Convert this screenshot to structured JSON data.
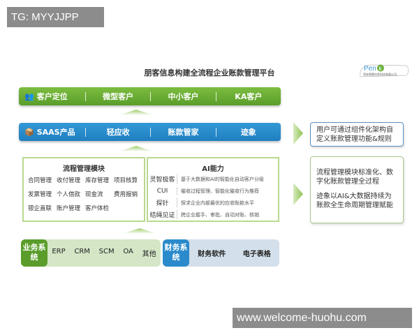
{
  "overlay_label": "TG: MYYJJPP",
  "watermark": "www.welcome-huohu.com",
  "title": "朋客信息构建全流程企业账款管理平台",
  "logo": {
    "text": "Penk",
    "company": "西安朋客信息科技有限公司",
    "color": "#6db33f"
  },
  "customer_bar": {
    "icon": "users-icon",
    "items": [
      "客户定位",
      "微型客户",
      "中小客户",
      "KA客户"
    ],
    "color": "#6aae35"
  },
  "saas_bar": {
    "icon": "box-icon",
    "items": [
      "SAAS产品",
      "轻应收",
      "账款管家",
      "迹象"
    ],
    "color": "#2a8acb"
  },
  "right_notes": [
    "用户可通过组件化架构自定义账款管理功能&规则",
    "流程管理模块标准化、数字化账款管理全过程",
    "迹象以AI&大数据持续为账款全生命周期管理赋能"
  ],
  "process_module": {
    "title": "流程管理模块",
    "items": [
      "合同管理",
      "收付管理",
      "库存管理",
      "项目核算",
      "发票管理",
      "个人借款",
      "现金流",
      "费用报销",
      "银企直联",
      "账户管理",
      "客户体检"
    ]
  },
  "ai_module": {
    "title": "AI能力",
    "rows": [
      {
        "name": "灵智极客",
        "desc": "基于大数据和AI的智能化自动客户分级"
      },
      {
        "name": "CUI",
        "desc": "催收过程管理、智能化催收行为推荐"
      },
      {
        "name": "探针",
        "desc": "探求企业内部最优的应收账款水平"
      },
      {
        "name": "结绳见证",
        "desc": "跨企业握手、审批、自动对账、核销"
      }
    ]
  },
  "business_systems": {
    "label": "业务系统",
    "items": [
      "ERP",
      "CRM",
      "SCM",
      "OA",
      "其他"
    ]
  },
  "finance_systems": {
    "label": "财务系统",
    "items": [
      "财务软件",
      "电子表格"
    ]
  }
}
